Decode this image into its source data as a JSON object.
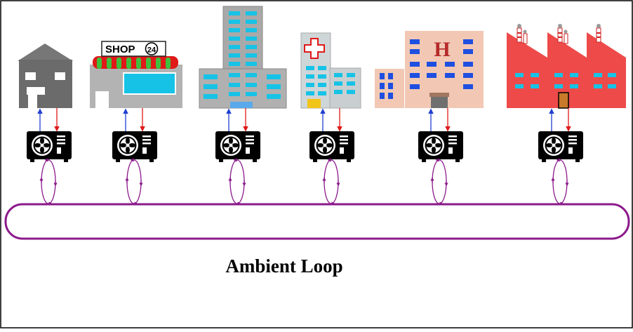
{
  "diagram": {
    "caption": "Ambient Loop",
    "shop_sign": "SHOP",
    "shop_sign_number": "24",
    "hospital_letter": "H",
    "buildings": [
      {
        "name": "house"
      },
      {
        "name": "shop"
      },
      {
        "name": "office-tower"
      },
      {
        "name": "clinic"
      },
      {
        "name": "hospital"
      },
      {
        "name": "factory"
      }
    ],
    "colors": {
      "loop": "#8b1a8b",
      "supply_arrow": "#1f3fd1",
      "return_arrow": "#e01818",
      "heat_pump": "#000000",
      "window": "#16c3e6",
      "factory": "#ee4a4a",
      "hospital": "#f2c8b4"
    }
  }
}
